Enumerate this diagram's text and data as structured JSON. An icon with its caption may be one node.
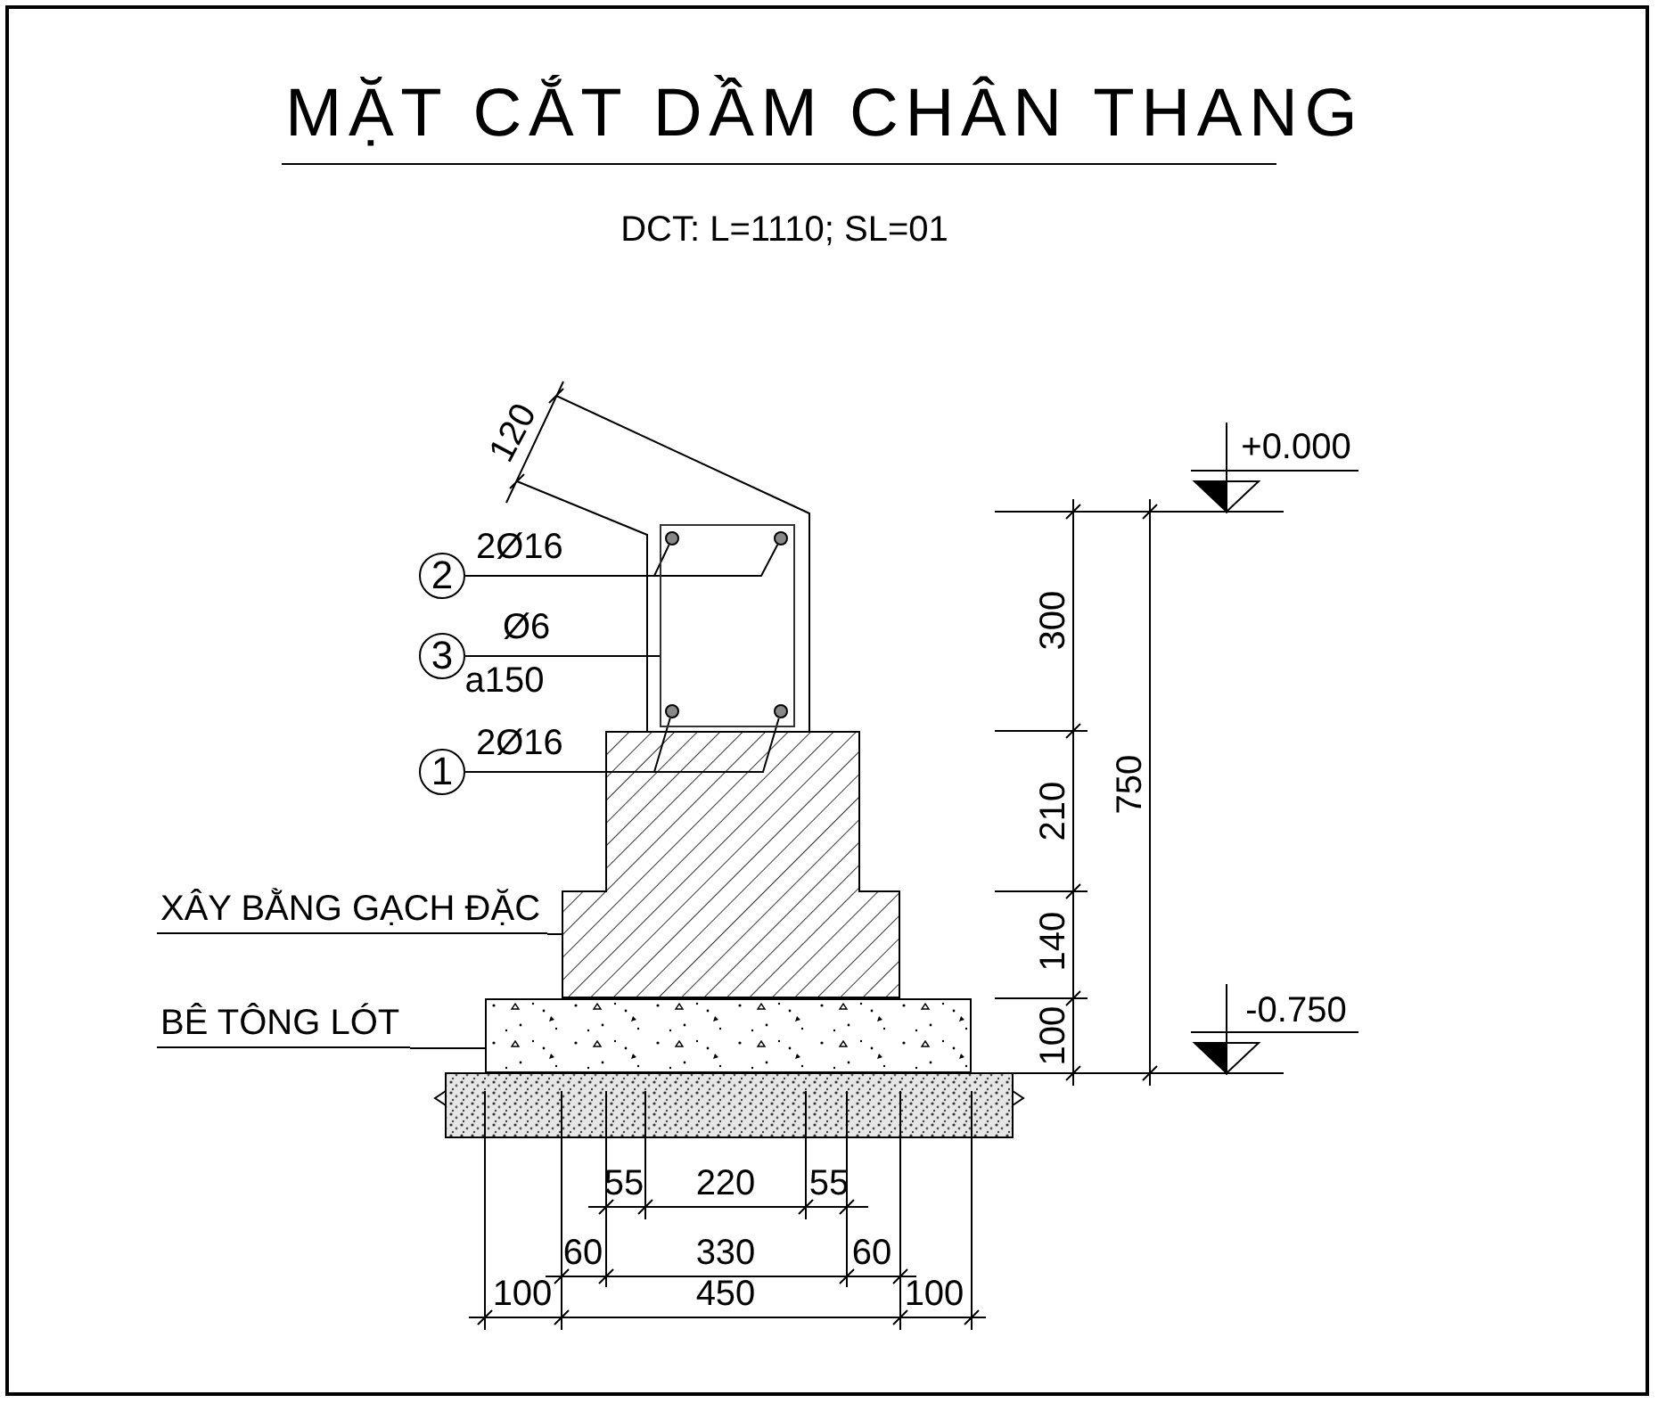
{
  "diagram": {
    "title": "MẶT CẮT DẦM CHÂN THANG",
    "nodes": [
      {
        "text": [
          "2"
        ]
      },
      {
        "text": [
          "3"
        ]
      },
      {
        "text": [
          "1"
        ]
      },
      {
        "text": [],
        "shape": "box"
      },
      {
        "text": [],
        "shape": "circle",
        "in": 3
      },
      {
        "text": [],
        "shape": "circle",
        "in": 3
      },
      {
        "text": [],
        "shape": "circle",
        "in": 3
      },
      {
        "text": [],
        "shape": "circle",
        "in": 3
      },
      {
        "text": [
          "XÂY BẰNG GẠCH ĐẶC"
        ]
      },
      {
        "text": [],
        "shape": "box"
      },
      {
        "text": [
          "BÊ TÔNG LÓT"
        ]
      },
      {
        "text": [],
        "shape": "box"
      }
    ],
    "edges": [
      {
        "from": 0,
        "to": 5,
        "arrow": "none",
        "label": "2Ø16"
      },
      {
        "from": 0,
        "to": 4,
        "arrow": "none"
      },
      {
        "from": 1,
        "to": 3,
        "arrow": "none",
        "label": "Ø6"
      },
      {
        "from": 2,
        "to": 7,
        "arrow": "none",
        "label": "2Ø16"
      },
      {
        "from": 2,
        "to": 6,
        "arrow": "none"
      },
      {
        "from": 8,
        "to": 9,
        "arrow": "none"
      },
      {
        "from": 10,
        "to": 11,
        "arrow": "none"
      }
    ],
    "labels": [
      "DCT: L=1110; SL=01",
      "120",
      "+0.000",
      "300",
      "750",
      "a150",
      "210",
      "140",
      "-0.750",
      "100",
      "55",
      "220",
      "55",
      "60",
      "330",
      "60",
      "100",
      "450",
      "100"
    ]
  }
}
